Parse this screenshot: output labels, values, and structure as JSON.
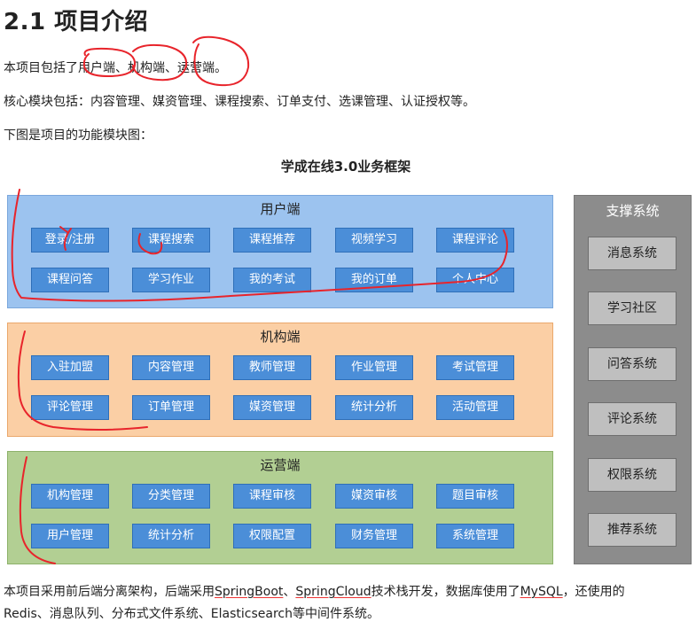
{
  "heading": "2.1 项目介绍",
  "intro": {
    "prefix": "本项目包括了",
    "user_end": "用户端",
    "sep1": "、",
    "inst_end": "机构端",
    "sep2": "、",
    "ops_end": "运营端",
    "suffix": "。"
  },
  "core_modules_text": "核心模块包括：内容管理、媒资管理、课程搜索、订单支付、选课管理、认证授权等。",
  "diagram_intro": "下图是项目的功能模块图：",
  "diagram": {
    "title": "学成在线3.0业务框架",
    "user_section": {
      "title": "用户端",
      "row1": [
        "登录/注册",
        "课程搜索",
        "课程推荐",
        "视频学习",
        "课程评论"
      ],
      "row2": [
        "课程问答",
        "学习作业",
        "我的考试",
        "我的订单",
        "个人中心"
      ]
    },
    "institution_section": {
      "title": "机构端",
      "row1": [
        "入驻加盟",
        "内容管理",
        "教师管理",
        "作业管理",
        "考试管理"
      ],
      "row2": [
        "评论管理",
        "订单管理",
        "媒资管理",
        "统计分析",
        "活动管理"
      ]
    },
    "operations_section": {
      "title": "运营端",
      "row1": [
        "机构管理",
        "分类管理",
        "课程审核",
        "媒资审核",
        "题目审核"
      ],
      "row2": [
        "用户管理",
        "统计分析",
        "权限配置",
        "财务管理",
        "系统管理"
      ]
    },
    "support": {
      "title": "支撑系统",
      "items": [
        "消息系统",
        "学习社区",
        "问答系统",
        "评论系统",
        "权限系统",
        "推荐系统"
      ]
    }
  },
  "tech": {
    "line1_a": "本项目采用前后端分离架构，后端采用",
    "spring_boot": "SpringBoot",
    "sep1": "、",
    "spring_cloud": "SpringCloud",
    "line1_b": "技术栈开发，数据库使用了",
    "mysql": "MySQL",
    "line1_c": "，还使用的",
    "line2": "Redis、消息队列、分布式文件系统、Elasticsearch等中间件系统。"
  },
  "colors": {
    "user_bg": "#9cc3ef",
    "inst_bg": "#fbcfa5",
    "ops_bg": "#b2cf93",
    "module_btn": "#4b8ed8",
    "support_bg": "#8c8c8c",
    "support_item": "#bfbfbf",
    "annotation_ink": "#e8242b"
  }
}
